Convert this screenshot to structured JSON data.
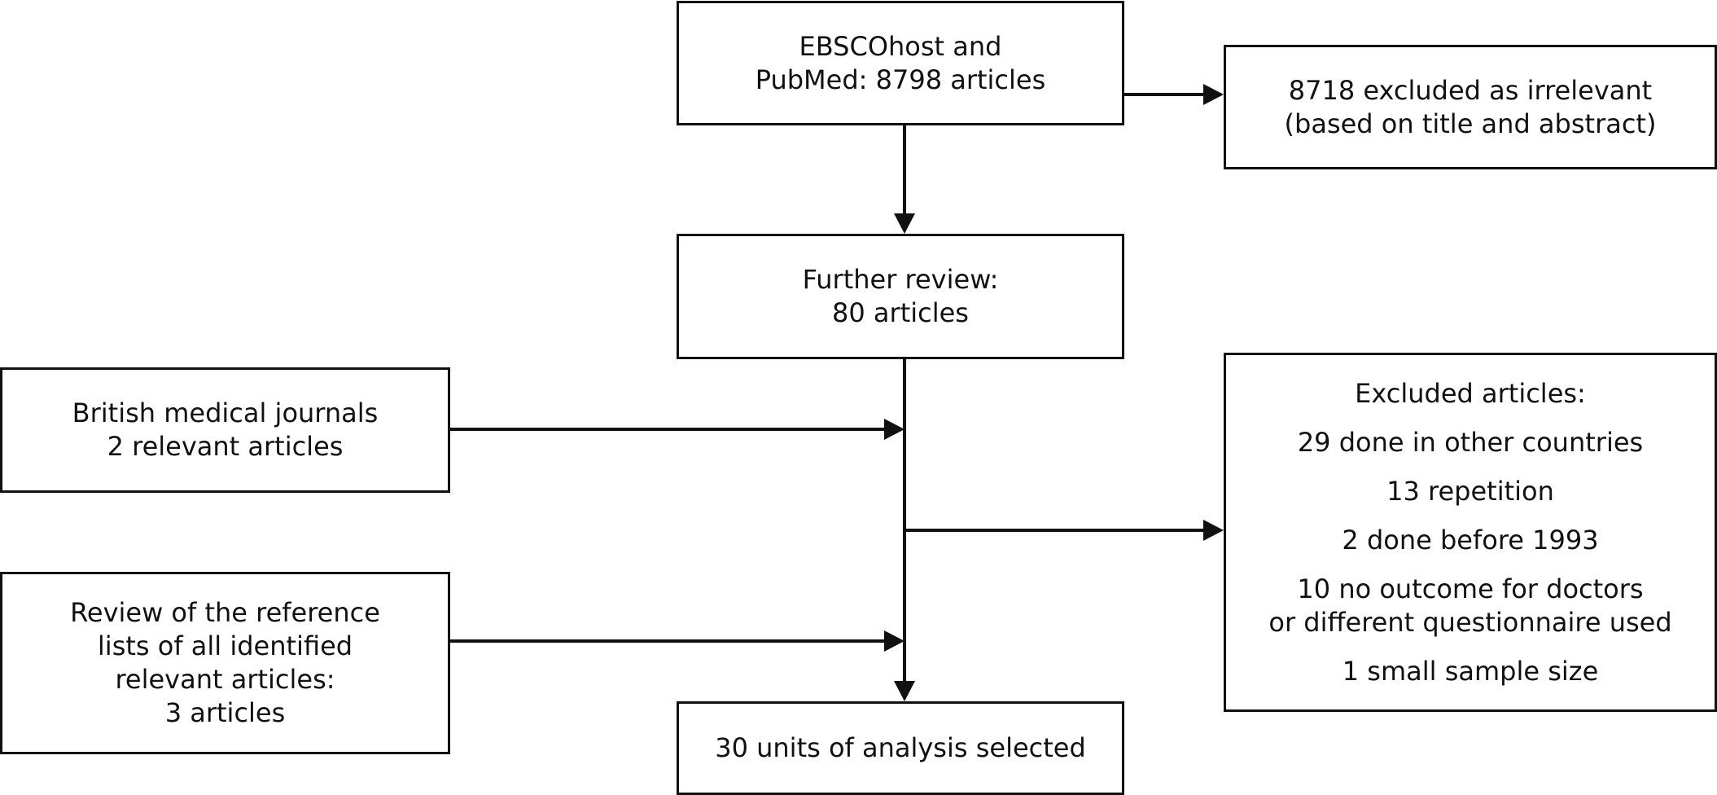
{
  "boxes": {
    "search": {
      "lines": [
        "EBSCOhost and",
        "PubMed: 8798 articles"
      ]
    },
    "excluded_irrelevant": {
      "lines": [
        "8718 excluded as irrelevant",
        "(based on title and abstract)"
      ]
    },
    "further_review": {
      "lines": [
        "Further review:",
        "80 articles"
      ]
    },
    "british_journals": {
      "lines": [
        "British medical journals",
        "2 relevant articles"
      ]
    },
    "reference_lists": {
      "lines": [
        "Review of the reference",
        "lists of all identified",
        "relevant articles:",
        "3 articles"
      ]
    },
    "excluded_articles": {
      "heading": "Excluded articles:",
      "reasons": [
        [
          "29 done in other countries"
        ],
        [
          "13 repetition"
        ],
        [
          "2 done before 1993"
        ],
        [
          "10 no outcome for doctors",
          "or different questionnaire used"
        ],
        [
          "1 small sample size"
        ]
      ]
    },
    "selected": {
      "lines": [
        "30 units of analysis selected"
      ]
    }
  },
  "colors": {
    "stroke": "#111111",
    "background": "#ffffff",
    "text": "#111111"
  }
}
